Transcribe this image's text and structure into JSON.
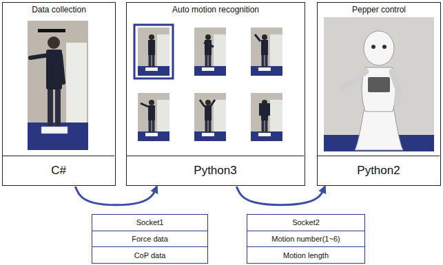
{
  "diagram": {
    "nodes": [
      {
        "text": [
          "Data collection"
        ]
      },
      {
        "text": [
          "C#"
        ],
        "in": 0
      },
      {
        "text": [
          "Auto motion recognition"
        ]
      },
      {
        "text": [
          "Python3"
        ],
        "in": 2
      },
      {
        "text": [
          "Pepper control"
        ]
      },
      {
        "text": [
          "Python2"
        ],
        "in": 4
      },
      {
        "text": [
          "Socket1",
          "Force data",
          "CoP data"
        ]
      },
      {
        "text": [
          "Socket2",
          "Motion number(1~6)",
          "Motion length"
        ]
      }
    ],
    "edges": [
      {
        "from": 1,
        "to": 3,
        "arrow": "to"
      },
      {
        "from": 3,
        "to": 5,
        "arrow": "to"
      }
    ]
  }
}
